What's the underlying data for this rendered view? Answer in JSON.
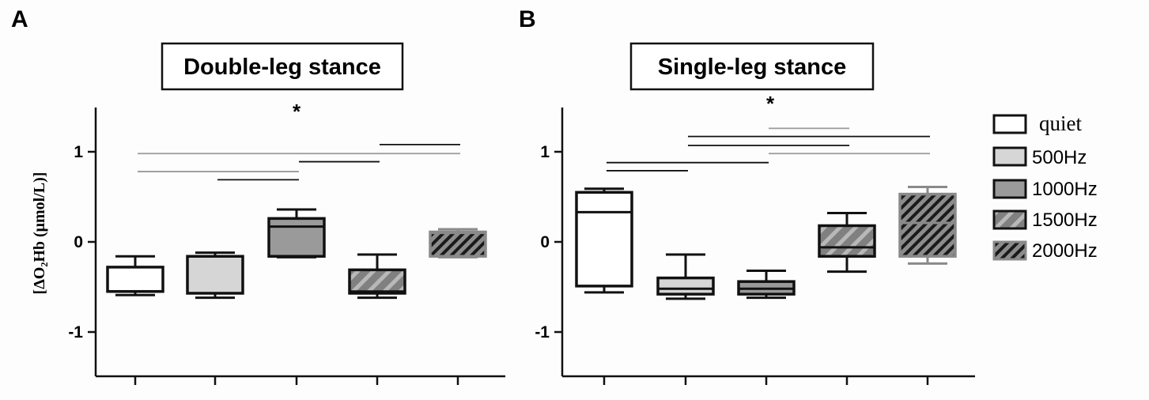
{
  "colors": {
    "quiet": "#ffffff",
    "500Hz": "#d6d6d6",
    "1000Hz": "#9a9a9a",
    "1500Hz": "#808080",
    "2000Hz": "#8c8c8c",
    "hatch_1500": "#b8b8b8",
    "hatch_2000": "#1a1a1a",
    "sig_dark": "#111111",
    "sig_light": "#9a9a9a"
  },
  "legend": [
    "quiet",
    "500Hz",
    "1000Hz",
    "1500Hz",
    "2000Hz"
  ],
  "ylabel": "[ΔO₂Hb (μmol/L)]",
  "chart_data": [
    {
      "panel": "A",
      "type": "box",
      "title": "Double-leg stance",
      "ylabel": "[ΔO₂Hb (μmol/L)]",
      "ylim": [
        -1.5,
        1.5
      ],
      "yticks": [
        1,
        0,
        -1
      ],
      "categories": [
        "quiet",
        "500Hz",
        "1000Hz",
        "1500Hz",
        "2000Hz"
      ],
      "boxes": [
        {
          "min": -0.59,
          "q1": -0.55,
          "median": -0.55,
          "q3": -0.28,
          "max": -0.16
        },
        {
          "min": -0.62,
          "q1": -0.57,
          "median": -0.57,
          "q3": -0.16,
          "max": -0.12
        },
        {
          "min": -0.17,
          "q1": -0.16,
          "median": 0.17,
          "q3": 0.26,
          "max": 0.36
        },
        {
          "min": -0.62,
          "q1": -0.57,
          "median": -0.55,
          "q3": -0.31,
          "max": -0.14
        },
        {
          "min": -0.17,
          "q1": -0.16,
          "median": 0.1,
          "q3": 0.11,
          "max": 0.14
        }
      ],
      "significance": {
        "marker": "*",
        "bars": [
          {
            "from": 0,
            "to": 4,
            "y": 0.98,
            "tone": "light"
          },
          {
            "from": 0,
            "to": 2,
            "y": 0.78,
            "tone": "light"
          },
          {
            "from": 1,
            "to": 2,
            "y": 0.69,
            "tone": "dark"
          },
          {
            "from": 2,
            "to": 3,
            "y": 0.89,
            "tone": "dark"
          },
          {
            "from": 3,
            "to": 4,
            "y": 1.08,
            "tone": "dark"
          }
        ]
      }
    },
    {
      "panel": "B",
      "type": "box",
      "title": "Single-leg stance",
      "ylabel": "",
      "ylim": [
        -1.5,
        1.5
      ],
      "yticks": [
        1,
        0,
        -1
      ],
      "categories": [
        "quiet",
        "500Hz",
        "1000Hz",
        "1500Hz",
        "2000Hz"
      ],
      "boxes": [
        {
          "min": -0.56,
          "q1": -0.49,
          "median": 0.33,
          "q3": 0.55,
          "max": 0.59
        },
        {
          "min": -0.63,
          "q1": -0.58,
          "median": -0.52,
          "q3": -0.4,
          "max": -0.14
        },
        {
          "min": -0.62,
          "q1": -0.58,
          "median": -0.52,
          "q3": -0.44,
          "max": -0.32
        },
        {
          "min": -0.33,
          "q1": -0.16,
          "median": -0.06,
          "q3": 0.18,
          "max": 0.32
        },
        {
          "min": -0.24,
          "q1": -0.16,
          "median": 0.21,
          "q3": 0.53,
          "max": 0.61
        }
      ],
      "significance": {
        "marker": "*",
        "bars": [
          {
            "from": 0,
            "to": 1,
            "y": 0.79,
            "tone": "dark"
          },
          {
            "from": 0,
            "to": 2,
            "y": 0.88,
            "tone": "dark"
          },
          {
            "from": 2,
            "to": 4,
            "y": 0.98,
            "tone": "light"
          },
          {
            "from": 1,
            "to": 3,
            "y": 1.07,
            "tone": "dark"
          },
          {
            "from": 1,
            "to": 4,
            "y": 1.17,
            "tone": "dark"
          },
          {
            "from": 2,
            "to": 3,
            "y": 1.26,
            "tone": "light"
          }
        ]
      }
    }
  ]
}
